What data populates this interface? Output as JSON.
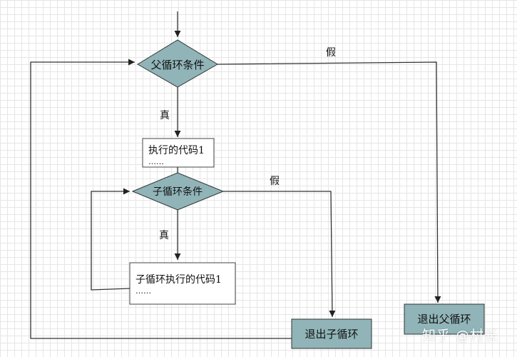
{
  "parent_condition": "父循环条件",
  "true_label_1": "真",
  "false_label_1": "假",
  "code_block_1": {
    "line1": "执行的代码1",
    "line2": "……"
  },
  "child_condition": "子循环条件",
  "true_label_2": "真",
  "false_label_2": "假",
  "code_block_2": {
    "line1": "子循环执行的代码1",
    "line2": "……"
  },
  "exit_child": "退出子循环",
  "exit_parent": "退出父循环",
  "watermark": "知乎 @村长",
  "colors": {
    "node_fill": "#90b4b8",
    "line": "#333333",
    "grid": "#e6e6e6"
  }
}
